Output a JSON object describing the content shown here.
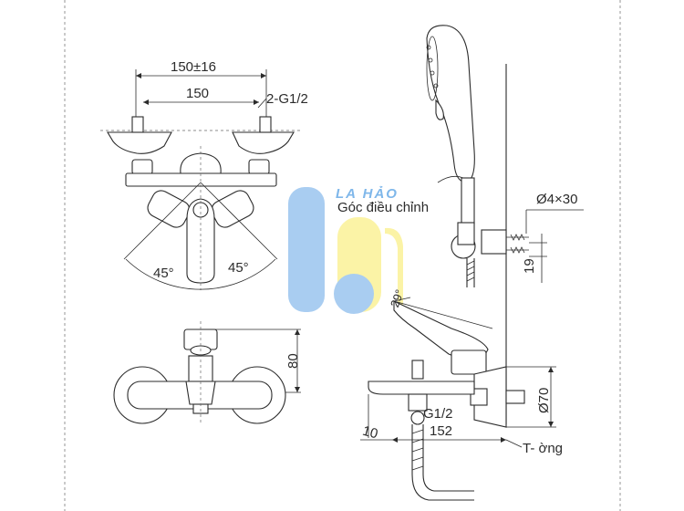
{
  "dimensions": {
    "overall_width": "150±16",
    "center_width": "150",
    "inlet_thread": "2-G1/2",
    "angle_left": "45°",
    "angle_right": "45°",
    "height_80": "80",
    "spout_thread": "G1/2",
    "spout_length": "152",
    "spout_offset": "10",
    "diameter_70": "Ø70",
    "screw": "Ø4×30",
    "bracket_19": "19",
    "small_angle": "29°"
  },
  "labels": {
    "adjust_angle": "Góc điều chỉnh",
    "pipe": "T- ờng"
  },
  "watermark": {
    "text": "LA HẢO",
    "colors": {
      "blue": "#a9cdf1",
      "yellow": "#fbf3a6",
      "text": "#7fb7ea"
    }
  }
}
